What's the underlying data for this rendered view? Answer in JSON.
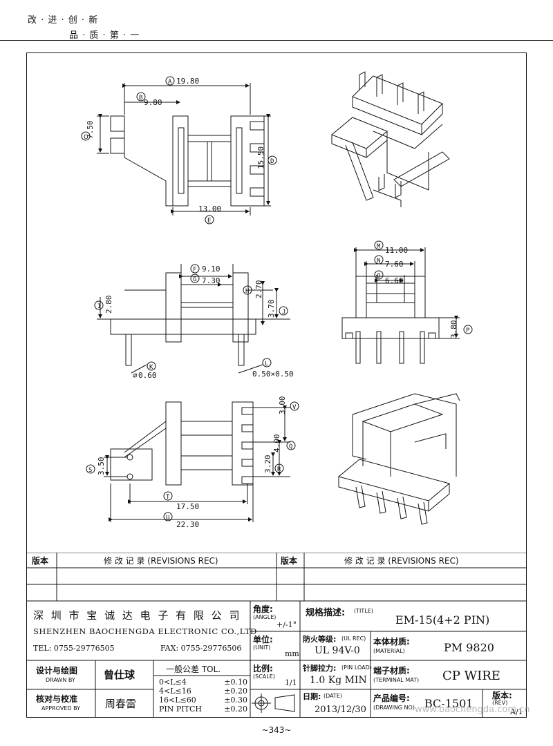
{
  "header": {
    "slogan_line1": "改 · 进 · 创 · 新",
    "slogan_line2": "品 · 质 · 第 · 一"
  },
  "dimensions": {
    "A": "19.80",
    "B": "9.80",
    "C": "7.50",
    "D": "15.50",
    "E": "13.00",
    "F": "9.10",
    "G": "7.30",
    "H": "2.70",
    "I": "2.80",
    "J": "3.70",
    "K": "0.60",
    "L": "0.50×0.50",
    "M": "11.00",
    "N": "7.60",
    "O": "6.60",
    "P": "3.80",
    "V": "3.00",
    "Q": "4.00",
    "R": "3.20",
    "S": "3.50",
    "T": "17.50",
    "U": "22.30"
  },
  "revisions": {
    "col1_label": "版本",
    "col2_label": "修 改 记 录 (REVISIONS REC)",
    "col3_label": "版本",
    "col4_label": "修 改 记 录 (REVISIONS REC)"
  },
  "title_block": {
    "company_cn": "深 圳 市 宝 诚 达 电 子 有 限 公 司",
    "company_en": "SHENZHEN BAOCHENGDA ELECTRONIC CO.,LTD",
    "tel": "TEL: 0755-29776505",
    "fax": "FAX: 0755-29776506",
    "angle_label": "角度:",
    "angle_sub": "(ANGLE)",
    "angle_value": "+/-1°",
    "unit_label": "单位:",
    "unit_sub": "(UNIT)",
    "unit_value": "mm",
    "scale_label": "比例:",
    "scale_sub": "(SCALE)",
    "scale_value": "1/1",
    "title_label": "规格描述:",
    "title_sub": "(TITLE)",
    "title_value": "EM-15(4+2 PIN)",
    "ul_label": "防火等级:",
    "ul_sub": "(UL REC)",
    "ul_value": "UL 94V-0",
    "material_label": "本体材质:",
    "material_sub": "(MATERIAL)",
    "material_value": "PM 9820",
    "pinload_label": "针脚拉力:",
    "pinload_sub": "(PIN LOAD)",
    "pinload_value": "1.0 Kg MIN",
    "terminal_label": "端子材质:",
    "terminal_sub": "(TERMINAL MAT)",
    "terminal_value": "CP WIRE",
    "date_label": "日期:",
    "date_sub": "(DATE)",
    "date_value": "2013/12/30",
    "drawing_label": "产品编号:",
    "drawing_sub": "(DRAWING NO)",
    "drawing_value": "BC-1501",
    "rev_label": "版本:",
    "rev_sub": "(REV)",
    "rev_value": "A/1",
    "drawn_label": "设计与绘图",
    "drawn_sub": "DRAWN BY",
    "drawn_value": "曾仕球",
    "approved_label": "核对与校准",
    "approved_sub": "APPROVED BY",
    "approved_value": "周春雷",
    "tol_title": "一般公差 TOL.",
    "tol_rows": [
      {
        "range": "0<L≤4",
        "value": "±0.10"
      },
      {
        "range": "4<L≤16",
        "value": "±0.20"
      },
      {
        "range": "16<L≤60",
        "value": "±0.30"
      },
      {
        "range": "PIN PITCH",
        "value": "±0.20"
      }
    ]
  },
  "watermark": "www.baochengda.com.cn",
  "page_number": "~343~"
}
